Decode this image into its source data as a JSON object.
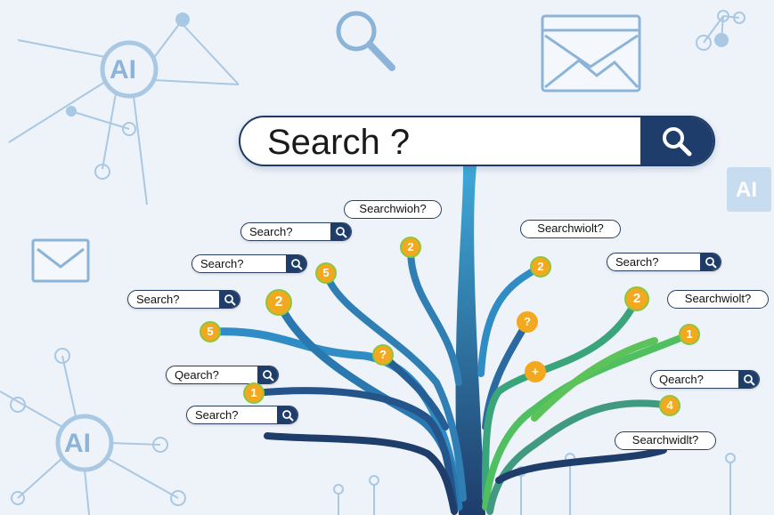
{
  "main_search": {
    "text": "Search ?",
    "icon": "search-icon"
  },
  "search_boxes": [
    {
      "text": "Search?"
    },
    {
      "text": "Search?"
    },
    {
      "text": "Search?"
    },
    {
      "text": "Qearch?"
    },
    {
      "text": "Search?"
    },
    {
      "text": "Search?"
    },
    {
      "text": "Qearch?"
    }
  ],
  "pills": [
    {
      "text": "Searchwioh?"
    },
    {
      "text": "Searchwiolt?"
    },
    {
      "text": "Searchwiolt?"
    },
    {
      "text": "Searchwidlt?"
    }
  ],
  "badges": [
    "2",
    "5",
    "2",
    "5",
    "?",
    "1",
    "2",
    "?",
    "+",
    "2",
    "1",
    "4"
  ],
  "decor": {
    "ai_label_1": "AI",
    "ai_label_2": "AI",
    "ai_label_3": "AI"
  },
  "colors": {
    "navy": "#1e3d6b",
    "badge": "#f2a91f",
    "badge_ring": "#8cc63f",
    "branch_light": "#3fa9d8",
    "branch_green": "#5cc35a"
  }
}
